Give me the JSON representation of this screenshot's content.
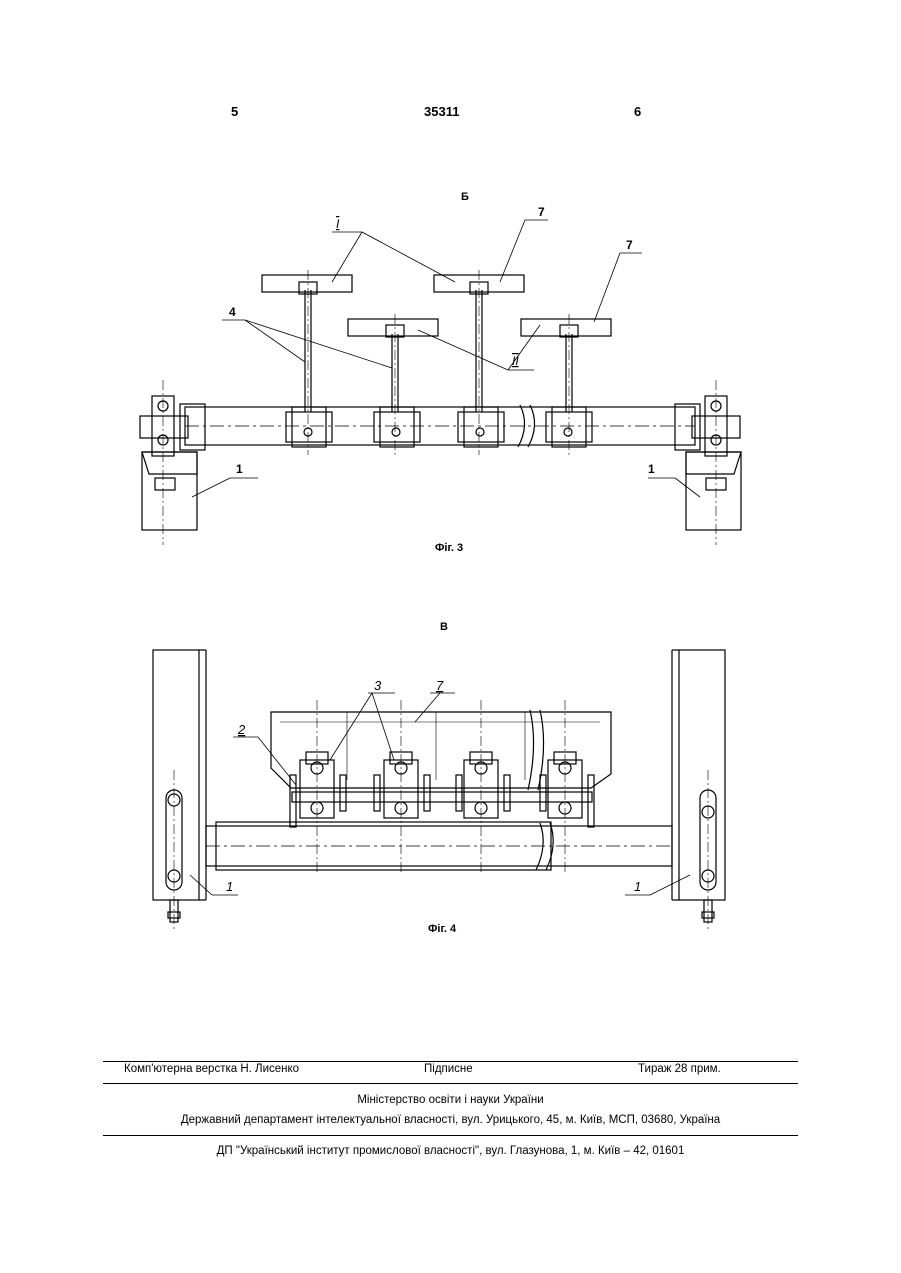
{
  "header": {
    "left_page_number": "5",
    "patent_number": "35311",
    "right_page_number": "6"
  },
  "figure3": {
    "view_label": "Б",
    "caption": "Фіг. 3",
    "labels": {
      "roman_one": "I",
      "roman_two": "II",
      "seven_a": "7",
      "seven_b": "7",
      "four": "4",
      "one_left": "1",
      "one_right": "1"
    }
  },
  "figure4": {
    "view_label": "В",
    "caption": "Фіг. 4",
    "labels": {
      "three": "3",
      "seven": "7",
      "two": "2",
      "one_left": "1",
      "one_right": "1"
    }
  },
  "footer": {
    "typesetting": "Комп'ютерна верстка Н. Лисенко",
    "signed": "Підписне",
    "circulation": "Тираж 28 прим.",
    "ministry": "Міністерство освіти і науки України",
    "department": "Державний департамент інтелектуальної власності, вул. Урицького, 45, м. Київ, МСП, 03680, Україна",
    "institute": "ДП \"Український інститут промислової власності\", вул. Глазунова, 1, м. Київ – 42, 01601"
  }
}
